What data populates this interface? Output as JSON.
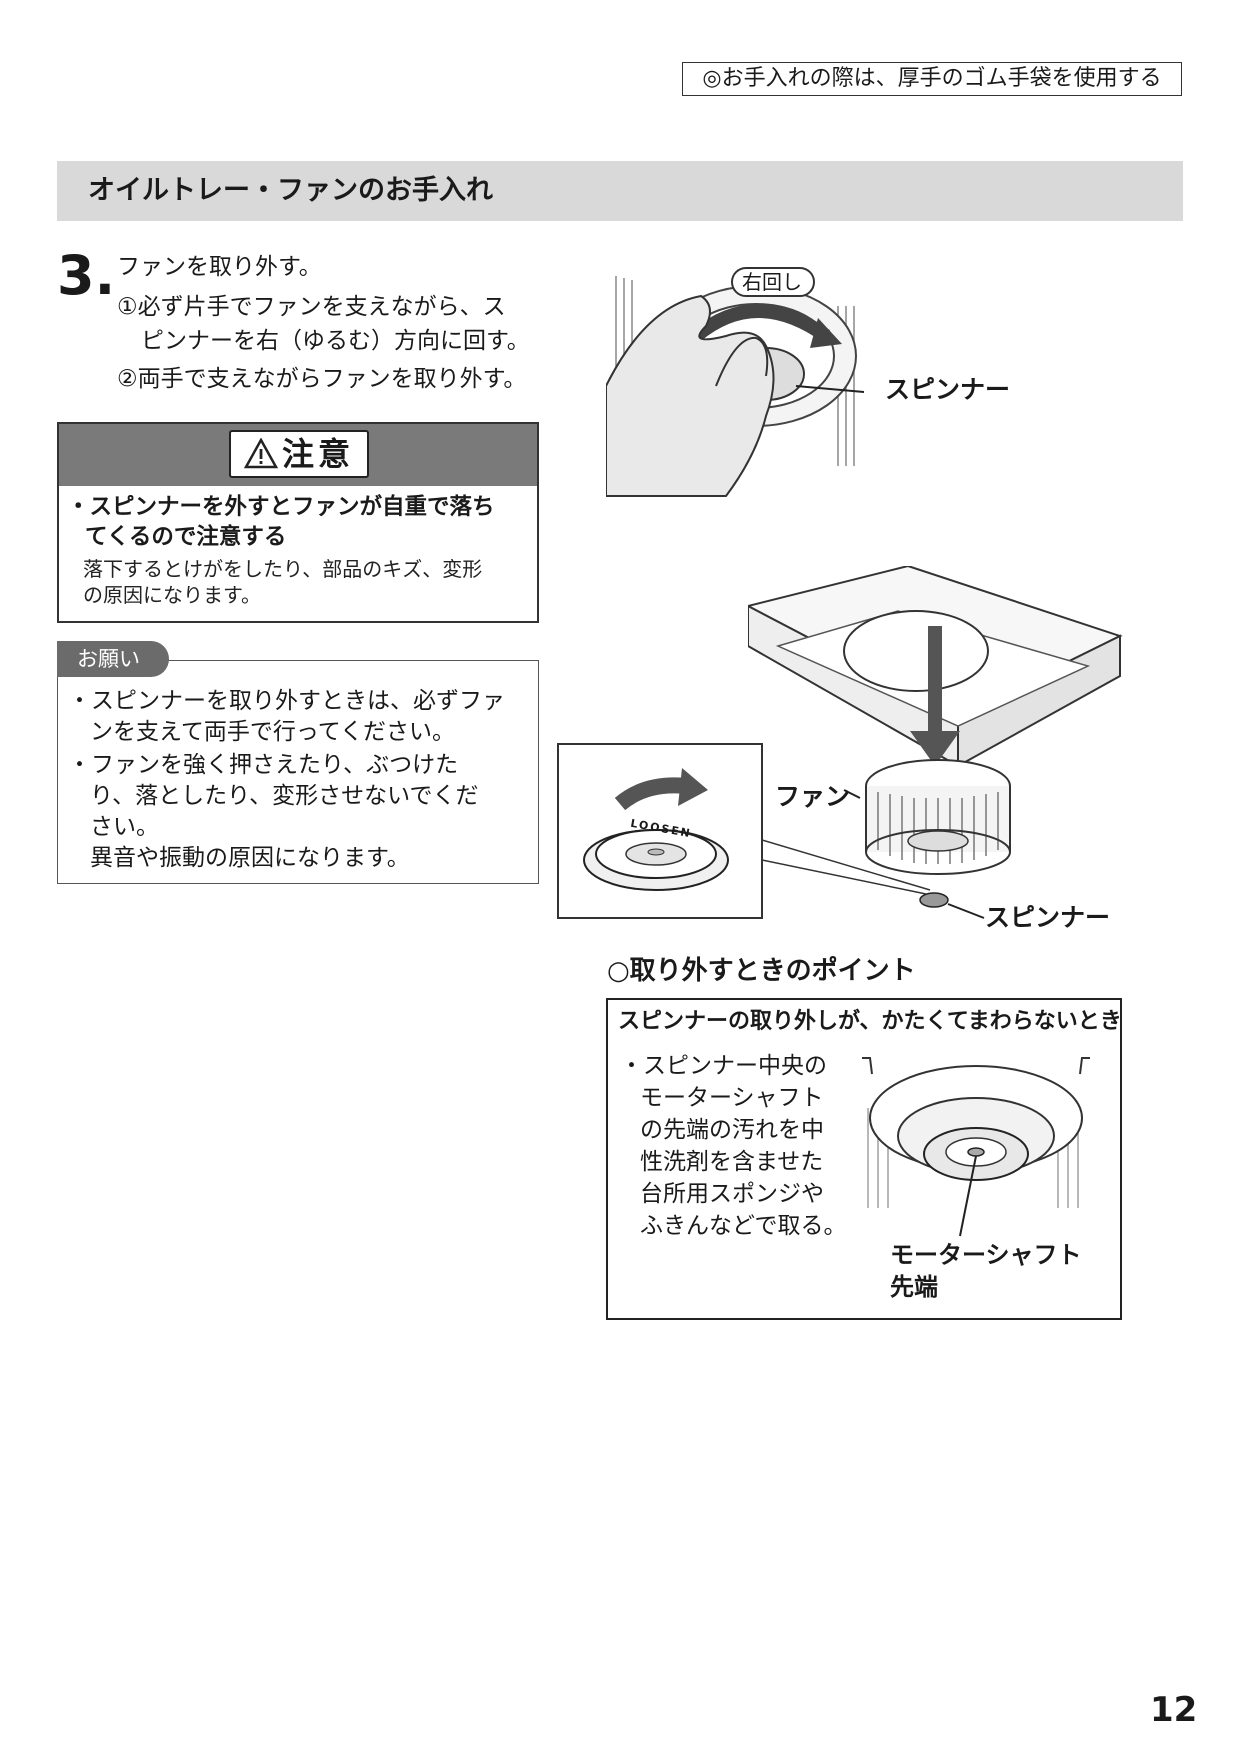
{
  "notice": "◎お手入れの際は、厚手のゴム手袋を使用する",
  "section_title": "オイルトレー・ファンのお手入れ",
  "step": {
    "number": "3.",
    "title": "ファンを取り外す。",
    "line1": "①必ず片手でファンを支えながら、ス",
    "line2": "ピンナーを右（ゆるむ）方向に回す。",
    "line3": "②両手で支えながらファンを取り外す。"
  },
  "caution": {
    "heading": "注意",
    "bold1": "・スピンナーを外すとファンが自重で落ち",
    "bold2": "てくるので注意する",
    "small1": "落下するとけがをしたり、部品のキズ、変形",
    "small2": "の原因になります。"
  },
  "request": {
    "tab": "お願い",
    "lines": [
      "・スピンナーを取り外すときは、必ずファ",
      "ンを支えて両手で行ってください。",
      "・ファンを強く押さえたり、ぶつけた",
      "り、落としたり、変形させないでくだ",
      "さい。",
      "異音や振動の原因になります。"
    ]
  },
  "illustration": {
    "rotate_label": "右回し",
    "spinner_label_top": "スピンナー",
    "fan_label": "ファン",
    "spinner_label_bottom": "スピンナー",
    "loosen_text": "LOOSEN"
  },
  "point": {
    "heading": "○取り外すときのポイント",
    "box_title": "スピンナーの取り外しが、かたくてまわらないとき",
    "lines": [
      "・スピンナー中央の",
      "モーターシャフト",
      "の先端の汚れを中",
      "性洗剤を含ませた",
      "台所用スポンジや",
      "ふきんなどで取る。"
    ],
    "shaft_label1": "モーターシャフト",
    "shaft_label2": "先端"
  },
  "page_number": "12"
}
